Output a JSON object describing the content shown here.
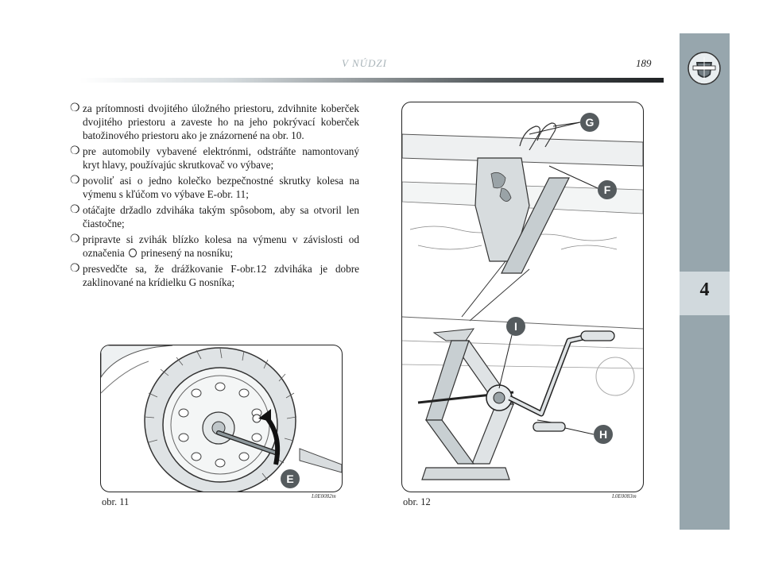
{
  "header": {
    "title": "V NÚDZI",
    "page_number": "189"
  },
  "chapter": {
    "number": "4"
  },
  "instructions": [
    "za prítomnosti dvojitého úložného priestoru, zdvihnite koberček dvojitého priestoru a zaveste ho na jeho pokrývací koberček batožinového priestoru ako je znázornené na obr. 10.",
    "pre automobily vybavené elektrónmi, odstráňte namontovaný kryt hlavy, používajúc skrutkovač vo výbave;",
    "povoliť asi o jedno kolečko bezpečnostné skrutky kolesa na výmenu s kľúčom vo výbave E-obr. 11;",
    "otáčajte držadlo zdviháka takým spôsobom, aby sa otvoril len čiastočne;",
    {
      "before": "pripravte si zvihák blízko kolesa na výmenu v závislosti od označenia",
      "after": "prinesený na nosníku;"
    },
    "presvedčte sa, že drážkovanie F-obr.12 zdviháka je dobre zaklinované na krídielku G nosníka;"
  ],
  "figures": {
    "fig11": {
      "caption": "obr. 11",
      "code": "L0E0082m",
      "labels": [
        "E"
      ]
    },
    "fig12": {
      "caption": "obr. 12",
      "code": "L0E0083m",
      "labels": [
        "G",
        "F",
        "I",
        "H"
      ]
    }
  },
  "colors": {
    "band": "#97a6ad",
    "band_light": "#d1d9dd",
    "header_title": "#a9b4b9"
  },
  "icons": {
    "logo": "lancia-shield-logo",
    "bullet": "open-circle-bullet"
  }
}
